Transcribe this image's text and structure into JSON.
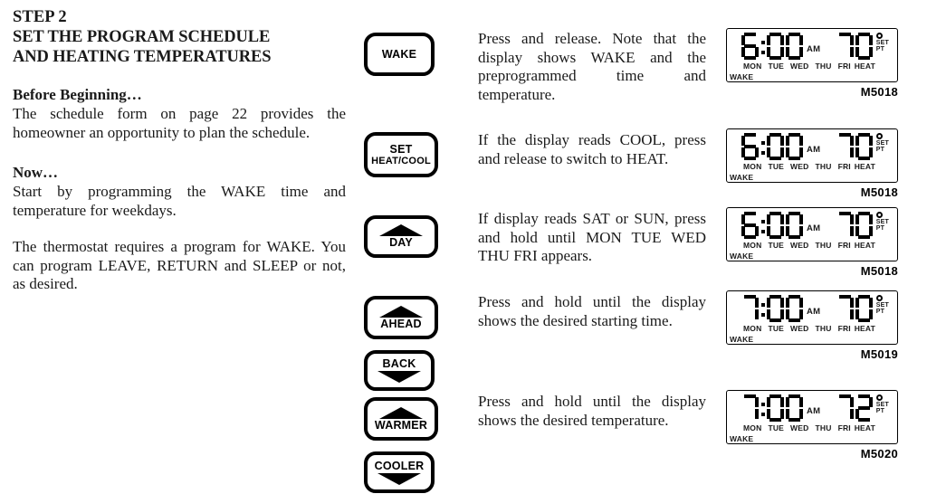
{
  "left": {
    "step_label": "STEP 2",
    "step_title_line1": "SET THE PROGRAM SCHEDULE",
    "step_title_line2": "AND HEATING TEMPERATURES",
    "before_head": "Before Beginning…",
    "before_body": "The schedule form on page 22 provides the homeowner an opportunity to plan the schedule.",
    "now_head": "Now…",
    "now_body": "Start by programming the WAKE time and temperature for weekdays.",
    "note_body": "The thermostat requires a program for WAKE. You can program LEAVE, RETURN and SLEEP or not, as desired."
  },
  "buttons": [
    {
      "name": "wake",
      "label": "WAKE",
      "sub": "",
      "arrow": "none"
    },
    {
      "name": "set-heat-cool",
      "label": "SET",
      "sub": "HEAT/COOL",
      "arrow": "none"
    },
    {
      "name": "day",
      "label": "DAY",
      "sub": "",
      "arrow": "up"
    },
    {
      "name": "ahead",
      "label": "AHEAD",
      "sub": "",
      "arrow": "up"
    },
    {
      "name": "back",
      "label": "BACK",
      "sub": "",
      "arrow": "down"
    },
    {
      "name": "warmer",
      "label": "WARMER",
      "sub": "",
      "arrow": "up"
    },
    {
      "name": "cooler",
      "label": "COOLER",
      "sub": "",
      "arrow": "down"
    }
  ],
  "instructions": [
    "Press and release. Note that the display shows WAKE and the preprogrammed time and temperature.",
    "If the display reads COOL, press and release to switch to HEAT.",
    "If display reads SAT or SUN, press and hold until MON TUE WED THU FRI appears.",
    "Press and hold until the display shows the desired starting time.",
    "Press and hold until the display shows the desired temperature."
  ],
  "displays": [
    {
      "time": "6:00",
      "ampm": "AM",
      "temp": "70",
      "setpt_line1": "SET",
      "setpt_line2": "PT",
      "days": [
        "MON",
        "TUE",
        "WED",
        "THU",
        "FRI"
      ],
      "mode": "HEAT",
      "period": "WAKE",
      "figure": "M5018"
    },
    {
      "time": "6:00",
      "ampm": "AM",
      "temp": "70",
      "setpt_line1": "SET",
      "setpt_line2": "PT",
      "days": [
        "MON",
        "TUE",
        "WED",
        "THU",
        "FRI"
      ],
      "mode": "HEAT",
      "period": "WAKE",
      "figure": "M5018"
    },
    {
      "time": "6:00",
      "ampm": "AM",
      "temp": "70",
      "setpt_line1": "SET",
      "setpt_line2": "PT",
      "days": [
        "MON",
        "TUE",
        "WED",
        "THU",
        "FRI"
      ],
      "mode": "HEAT",
      "period": "WAKE",
      "figure": "M5018"
    },
    {
      "time": "7:00",
      "ampm": "AM",
      "temp": "70",
      "setpt_line1": "SET",
      "setpt_line2": "PT",
      "days": [
        "MON",
        "TUE",
        "WED",
        "THU",
        "FRI"
      ],
      "mode": "HEAT",
      "period": "WAKE",
      "figure": "M5019"
    },
    {
      "time": "7:00",
      "ampm": "AM",
      "temp": "72",
      "setpt_line1": "SET",
      "setpt_line2": "PT",
      "days": [
        "MON",
        "TUE",
        "WED",
        "THU",
        "FRI"
      ],
      "mode": "HEAT",
      "period": "WAKE",
      "figure": "M5020"
    }
  ],
  "colors": {
    "ink": "#1a1a1a",
    "lcd_segment": "#000000",
    "page_background": "#ffffff"
  }
}
